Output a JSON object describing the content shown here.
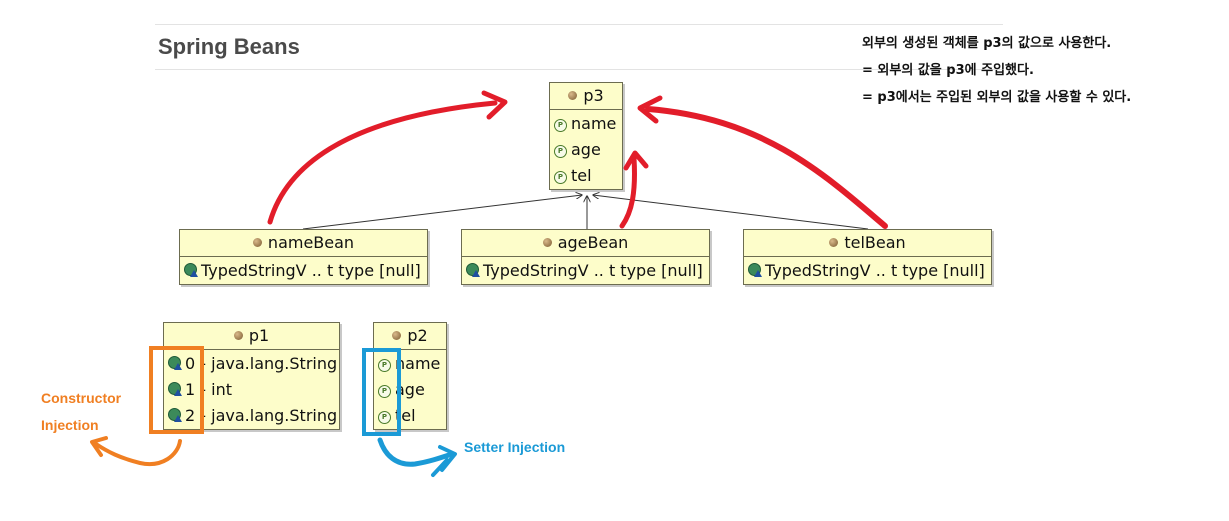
{
  "title": "Spring Beans",
  "notes": [
    "외부의 생성된 객체를 p3의 값으로 사용한다.",
    "= 외부의 값을 p3에 주입했다.",
    "= p3에서는 주입된 외부의 값을 사용할 수 있다."
  ],
  "beans": {
    "p3": {
      "name": "p3",
      "props": [
        "name",
        "age",
        "tel"
      ]
    },
    "nameBean": {
      "name": "nameBean",
      "row": "TypedStringV .. t type [null]"
    },
    "ageBean": {
      "name": "ageBean",
      "row": "TypedStringV .. t type [null]"
    },
    "telBean": {
      "name": "telBean",
      "row": "TypedStringV .. t type [null]"
    },
    "p1": {
      "name": "p1",
      "args": [
        {
          "index": "0",
          "type": "- java.lang.String"
        },
        {
          "index": "1",
          "type": "- int"
        },
        {
          "index": "2",
          "type": "- java.lang.String"
        }
      ]
    },
    "p2": {
      "name": "p2",
      "props": [
        "name",
        "age",
        "tel"
      ]
    }
  },
  "labels": {
    "constructor": [
      "Constructor",
      "Injection"
    ],
    "setter": "Setter Injection"
  },
  "icons": {
    "bean": "bean-icon",
    "property": "property-icon",
    "constructor_arg": "constructor-arg-icon"
  },
  "colors": {
    "bean_fill": "#fdfdca",
    "arrow_red": "#e21d2a",
    "constructor_orange": "#f07f22",
    "setter_blue": "#1b9ad6"
  }
}
